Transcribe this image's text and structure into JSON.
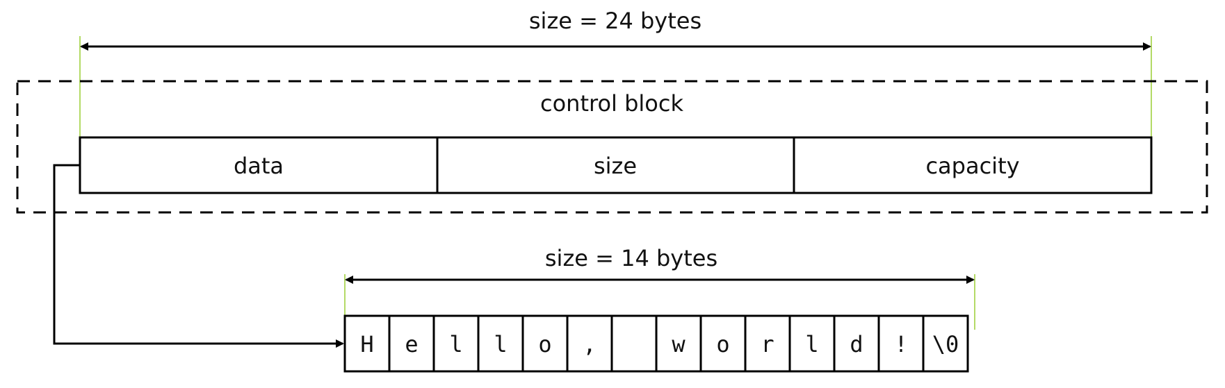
{
  "top_dimension": {
    "label": "size = 24 bytes"
  },
  "control_block": {
    "title": "control block",
    "fields": [
      {
        "name": "data"
      },
      {
        "name": "size"
      },
      {
        "name": "capacity"
      }
    ]
  },
  "string_buffer": {
    "dimension_label": "size = 14 bytes",
    "chars": [
      "H",
      "e",
      "l",
      "l",
      "o",
      ",",
      "",
      "w",
      "o",
      "r",
      "l",
      "d",
      "!",
      "\\0"
    ]
  },
  "colors": {
    "guide": "#9acd32",
    "stroke": "#000000"
  }
}
